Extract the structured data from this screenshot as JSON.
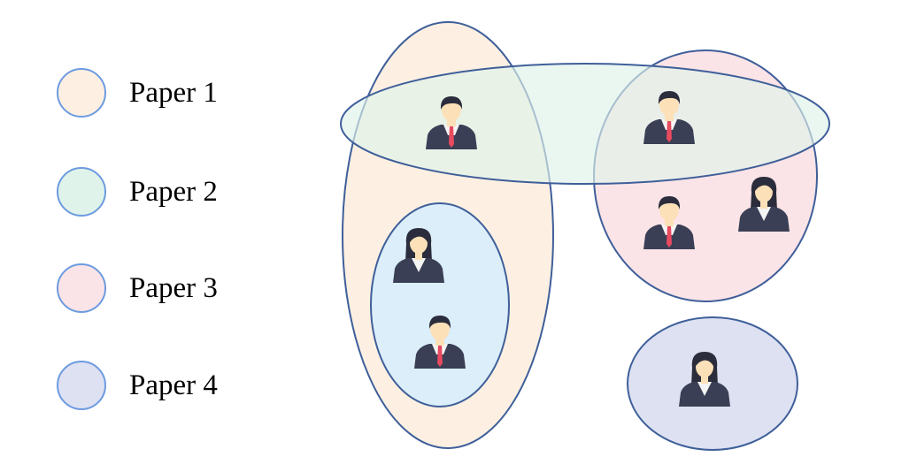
{
  "legend": {
    "items": [
      {
        "label": "Paper 1",
        "fill": "#fdf0e2"
      },
      {
        "label": "Paper 2",
        "fill": "#dff3ea"
      },
      {
        "label": "Paper 3",
        "fill": "#fbe4e7"
      },
      {
        "label": "Paper 4",
        "fill": "#dde1f1"
      }
    ]
  },
  "colors": {
    "outline": "#3f5f9a",
    "legend_outline": "#6d9be0",
    "suit": "#3a3f55",
    "skin": "#fce0b8",
    "hair": "#2b2d3c",
    "tie": "#e84a5f",
    "shirt": "#f4f4f4"
  },
  "people": [
    {
      "id": "p1",
      "gender": "male"
    },
    {
      "id": "p2",
      "gender": "male"
    },
    {
      "id": "p3",
      "gender": "male"
    },
    {
      "id": "p4",
      "gender": "female"
    },
    {
      "id": "p5",
      "gender": "female"
    },
    {
      "id": "p6",
      "gender": "male"
    },
    {
      "id": "p7",
      "gender": "female"
    }
  ]
}
